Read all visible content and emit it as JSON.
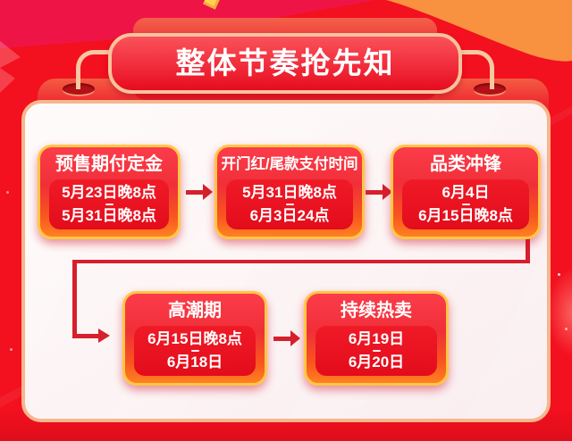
{
  "banner": {
    "title": "整体节奏抢先知"
  },
  "flow": {
    "stages": [
      {
        "title": "预售期付定金",
        "date_start": "5月23日晚8点",
        "date_end": "5月31日晚8点"
      },
      {
        "title": "开门红/尾款支付时间",
        "date_start": "5月31日晚8点",
        "date_end": "6月3日24点"
      },
      {
        "title": "品类冲锋",
        "date_start": "6月4日",
        "date_end": "6月15日晚8点"
      },
      {
        "title": "高潮期",
        "date_start": "6月15日晚8点",
        "date_end": "6月18日"
      },
      {
        "title": "持续热卖",
        "date_start": "6月19日",
        "date_end": "6月20日"
      }
    ]
  },
  "colors": {
    "background_red": "#f3101f",
    "top_left_crimson": "#ee1546",
    "top_right_orange": "#f89140",
    "stage_border_gold": "#ffc644",
    "panel_border_salmon": "#f6b78e",
    "arrow_red": "#d6202c"
  }
}
